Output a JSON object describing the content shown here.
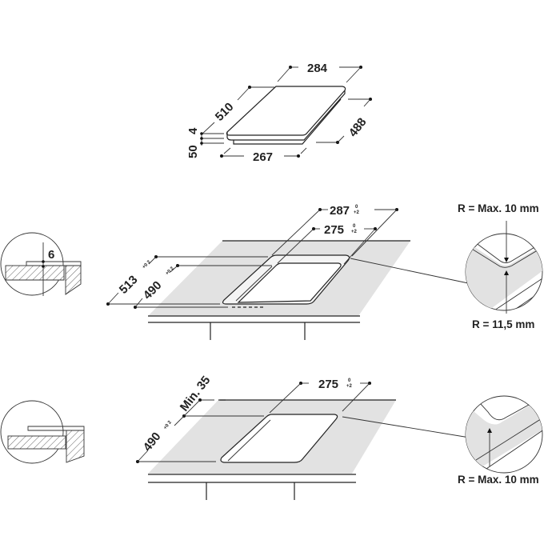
{
  "product_dimensions": {
    "width_back": "284",
    "depth_side": "510",
    "depth_right": "488",
    "width_front": "267",
    "glass_thickness": "4",
    "body_height": "50"
  },
  "flush_mount": {
    "outer_width": "287",
    "outer_width_tol_top": "0",
    "outer_width_tol_bottom": "+2",
    "inner_width": "275",
    "inner_width_tol_top": "0",
    "inner_width_tol_bottom": "+2",
    "outer_depth": "513",
    "outer_depth_tol": "+0 2",
    "inner_depth": "490",
    "inner_depth_tol": "+0 2",
    "recess_depth": "6",
    "corner_outer_note": "R = Max. 10 mm",
    "corner_inner_note": "R = 11,5 mm"
  },
  "standard_mount": {
    "cutout_width": "275",
    "cutout_width_tol_top": "0",
    "cutout_width_tol_bottom": "+2",
    "cutout_depth": "490",
    "cutout_depth_tol": "+0 2",
    "min_distance": "Min. 35",
    "corner_note": "R = Max. 10 mm"
  }
}
